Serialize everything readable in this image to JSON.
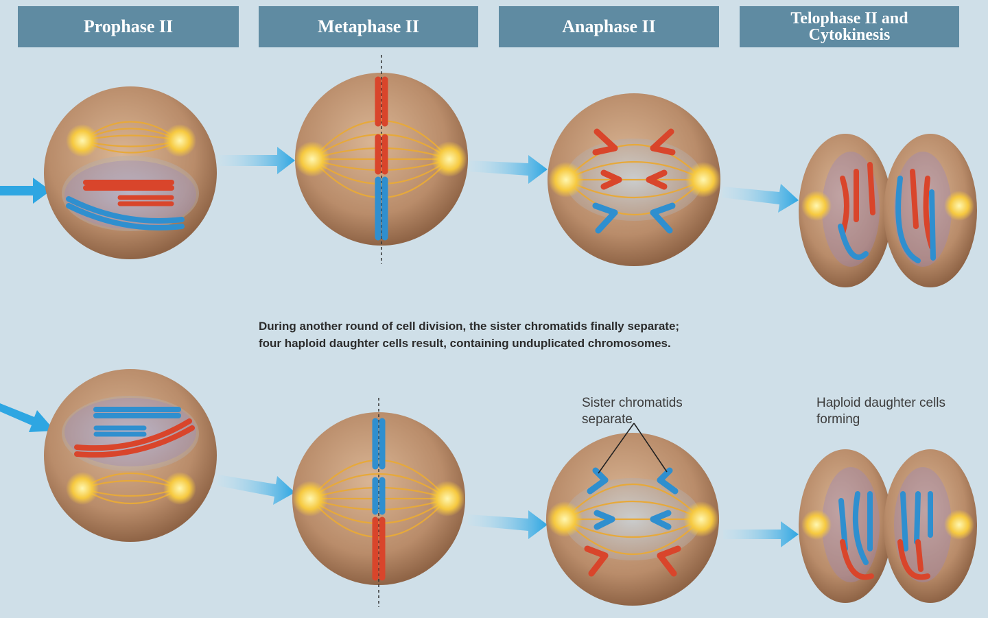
{
  "stages": [
    {
      "label": "Prophase II"
    },
    {
      "label": "Metaphase II"
    },
    {
      "label": "Anaphase II"
    },
    {
      "label_line1": "Telophase II and",
      "label_line2": "Cytokinesis"
    }
  ],
  "caption": {
    "line1": "During another round of cell division, the sister chromatids finally separate;",
    "line2": "four haploid daughter cells result, containing unduplicated chromosomes."
  },
  "annotations": {
    "sister_line1": "Sister chromatids",
    "sister_line2": "separate",
    "haploid_line1": "Haploid daughter cells",
    "haploid_line2": "forming"
  },
  "colors": {
    "background": "#cfdfe8",
    "header": "#5f8ba2",
    "cell": "#b98c6a",
    "spindle": "#e7a93a",
    "chromosome_red": "#d9452b",
    "chromosome_blue": "#2f8fcf",
    "arrow": "#2ea6e2"
  }
}
